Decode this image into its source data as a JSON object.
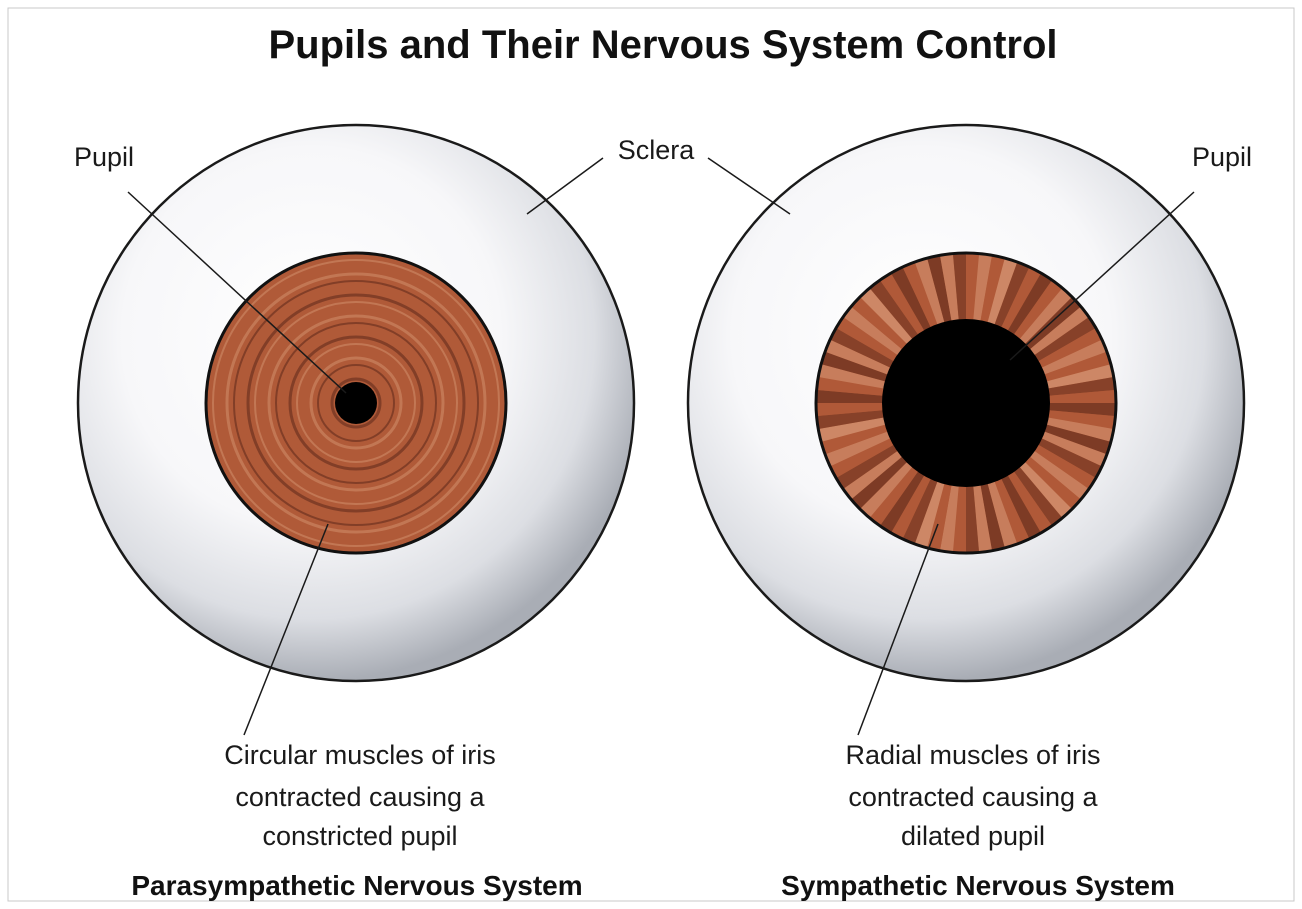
{
  "title": "Pupils and Their Nervous System Control",
  "labels": {
    "pupil_left": "Pupil",
    "pupil_right": "Pupil",
    "sclera": "Sclera"
  },
  "left_eye": {
    "caption_lines": [
      "Circular muscles of iris",
      "contracted causing a",
      "constricted pupil"
    ],
    "system": "Parasympathetic Nervous System"
  },
  "right_eye": {
    "caption_lines": [
      "Radial muscles of iris",
      "contracted causing a",
      "dilated pupil"
    ],
    "system": "Sympathetic Nervous System"
  },
  "colors": {
    "sclera": "#ffffff",
    "sclera_shadow": "#a9adb5",
    "iris_dark": "#7a3a24",
    "iris_mid": "#b05a38",
    "iris_light": "#cf8a68",
    "pupil": "#000000"
  }
}
